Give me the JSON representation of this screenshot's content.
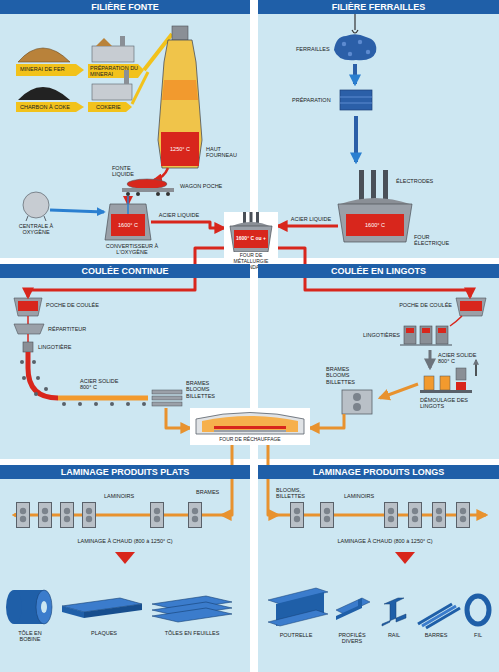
{
  "diagram": {
    "nodes": [
      {
        "text": [
          "FILIÈRE FONTE"
        ]
      },
      {
        "text": [
          "FILIÈRE FERRAILLES"
        ]
      },
      {
        "text": [
          "1600° C ou +",
          "FOUR DE MÉTALLURGIE SECONDAIRE"
        ]
      },
      {
        "text": [
          "COULÉE CONTINUE"
        ]
      },
      {
        "text": [
          "COULÉE EN LINGOTS"
        ]
      },
      {
        "text": [
          "FOUR DE RÉCHAUFFAGE"
        ]
      },
      {
        "text": [
          "LAMINAGE PRODUITS PLATS"
        ]
      },
      {
        "text": [
          "LAMINAGE PRODUITS LONGS"
        ]
      }
    ],
    "edges": [
      {
        "from": 0,
        "to": 2,
        "label": "ACIER LIQUIDE",
        "arrow": "to"
      },
      {
        "from": 1,
        "to": 2,
        "label": "ACIER LIQUIDE",
        "arrow": "to"
      },
      {
        "from": 2,
        "to": 3,
        "arrow": "to"
      },
      {
        "from": 2,
        "to": 4,
        "arrow": "to"
      },
      {
        "from": 3,
        "to": 5,
        "arrow": "to"
      },
      {
        "from": 4,
        "to": 5,
        "arrow": "to"
      },
      {
        "from": 5,
        "to": 6,
        "arrow": "to"
      },
      {
        "from": 5,
        "to": 7,
        "arrow": "to"
      }
    ],
    "labels": [
      "MINERAI DE FER",
      "PRÉPARATION DU MINERAI",
      "CHARBON À COKE",
      "COKERIE",
      "1250° C",
      "HAUT FOURNEAU",
      "FONTE LIQUIDE",
      "WAGON POCHE",
      "CENTRALE À OXYGÈNE",
      "1600° C",
      "CONVERTISSEUR À L'OXYGÈNE",
      "FERRAILLES",
      "PRÉPARATION",
      "ÉLECTRODES",
      "1600° C",
      "FOUR ÉLECTRIQUE",
      "POCHE DE COULÉE",
      "RÉPARTITEUR",
      "LINGOTIÈRE",
      "ACIER SOLIDE 800° C",
      "BRAMES BLOOMS BILLETTES",
      "POCHE DE COULÉE",
      "LINGOTIÈRES",
      "ACIER SOLIDE 800° C",
      "DÉMOULAGE DES LINGOTS",
      "BRAMES BLOOMS BILLETTES",
      "BRAMES",
      "LAMINOIRS",
      "LAMINAGE À CHAUD (800 à 1250° C)",
      "TÔLE EN BOBINE",
      "PLAQUES",
      "TÔLES EN FEUILLES",
      "BLOOMS, BILLETTES",
      "LAMINOIRS",
      "LAMINAGE À CHAUD (800 à 1250° C)",
      "POUTRELLE",
      "PROFILÉS DIVERS",
      "RAIL",
      "BARRES",
      "FIL"
    ]
  }
}
